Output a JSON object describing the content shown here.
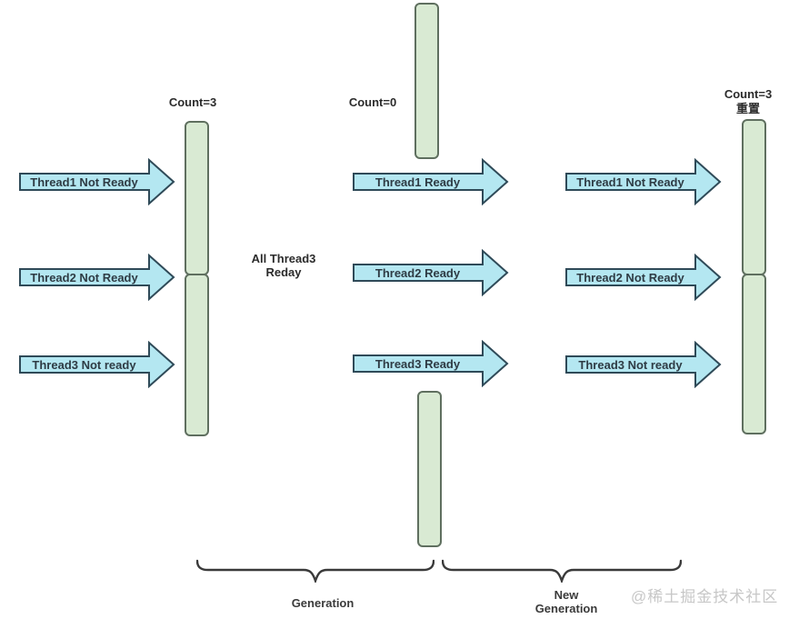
{
  "labels": {
    "left_count": "Count=3",
    "middle_count": "Count=0",
    "right_count": "Count=3",
    "right_count_sub": "重置",
    "note_line1": "All Thread3",
    "note_line2": "Reday",
    "generation": "Generation",
    "new_generation_line1": "New",
    "new_generation_line2": "Generation",
    "watermark": "@稀土掘金技术社区"
  },
  "arrows": {
    "left": [
      "Thread1 Not Ready",
      "Thread2 Not Ready",
      "Thread3 Not ready"
    ],
    "middle": [
      "Thread1 Ready",
      "Thread2 Ready",
      "Thread3 Ready"
    ],
    "right": [
      "Thread1 Not Ready",
      "Thread2 Not Ready",
      "Thread3 Not ready"
    ]
  },
  "colors": {
    "bar_fill": "#d9ead3",
    "bar_border": "#5f6f5f",
    "arrow_fill": "#b4e7f1",
    "arrow_border": "#2f4a58",
    "text": "#2b2b2b",
    "watermark": "#c7c7c7"
  }
}
